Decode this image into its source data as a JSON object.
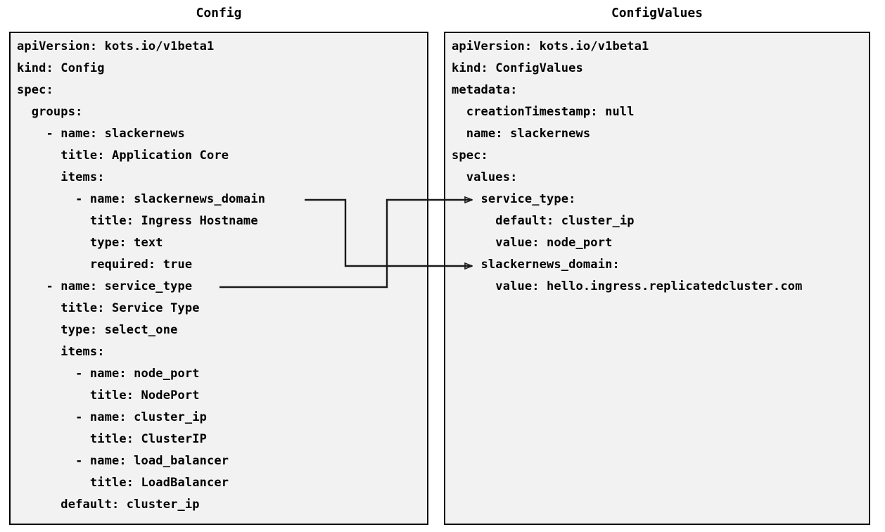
{
  "left_panel": {
    "title": "Config",
    "lines": [
      "apiVersion: kots.io/v1beta1",
      "kind: Config",
      "spec:",
      "  groups:",
      "    - name: slackernews",
      "      title: Application Core",
      "      items:",
      "        - name: slackernews_domain",
      "          title: Ingress Hostname",
      "          type: text",
      "          required: true",
      "    - name: service_type",
      "      title: Service Type",
      "      type: select_one",
      "      items:",
      "        - name: node_port",
      "          title: NodePort",
      "        - name: cluster_ip",
      "          title: ClusterIP",
      "        - name: load_balancer",
      "          title: LoadBalancer",
      "      default: cluster_ip"
    ],
    "text": "apiVersion: kots.io/v1beta1\nkind: Config\nspec:\n  groups:\n    - name: slackernews\n      title: Application Core\n      items:\n        - name: slackernews_domain\n          title: Ingress Hostname\n          type: text\n          required: true\n    - name: service_type\n      title: Service Type\n      type: select_one\n      items:\n        - name: node_port\n          title: NodePort\n        - name: cluster_ip\n          title: ClusterIP\n        - name: load_balancer\n          title: LoadBalancer\n      default: cluster_ip"
  },
  "right_panel": {
    "title": "ConfigValues",
    "lines": [
      "apiVersion: kots.io/v1beta1",
      "kind: ConfigValues",
      "metadata:",
      "  creationTimestamp: null",
      "  name: slackernews",
      "spec:",
      "  values:",
      "    service_type:",
      "      default: cluster_ip",
      "      value: node_port",
      "    slackernews_domain:",
      "      value: hello.ingress.replicatedcluster.com"
    ],
    "text": "apiVersion: kots.io/v1beta1\nkind: ConfigValues\nmetadata:\n  creationTimestamp: null\n  name: slackernews\nspec:\n  values:\n    service_type:\n      default: cluster_ip\n      value: node_port\n    slackernews_domain:\n      value: hello.ingress.replicatedcluster.com"
  },
  "connectors": [
    {
      "name": "slackernews-domain-mapping",
      "from_label": "slackernews_domain",
      "from_panel": "Config",
      "to_label": "slackernews_domain:",
      "to_panel": "ConfigValues"
    },
    {
      "name": "service-type-mapping",
      "from_label": "service_type",
      "from_panel": "Config",
      "to_label": "service_type:",
      "to_panel": "ConfigValues"
    }
  ],
  "colors": {
    "panel_background": "#f2f2f2",
    "panel_border": "#000000",
    "text": "#000000",
    "connector": "#1a1a1a",
    "page_background": "#ffffff"
  }
}
